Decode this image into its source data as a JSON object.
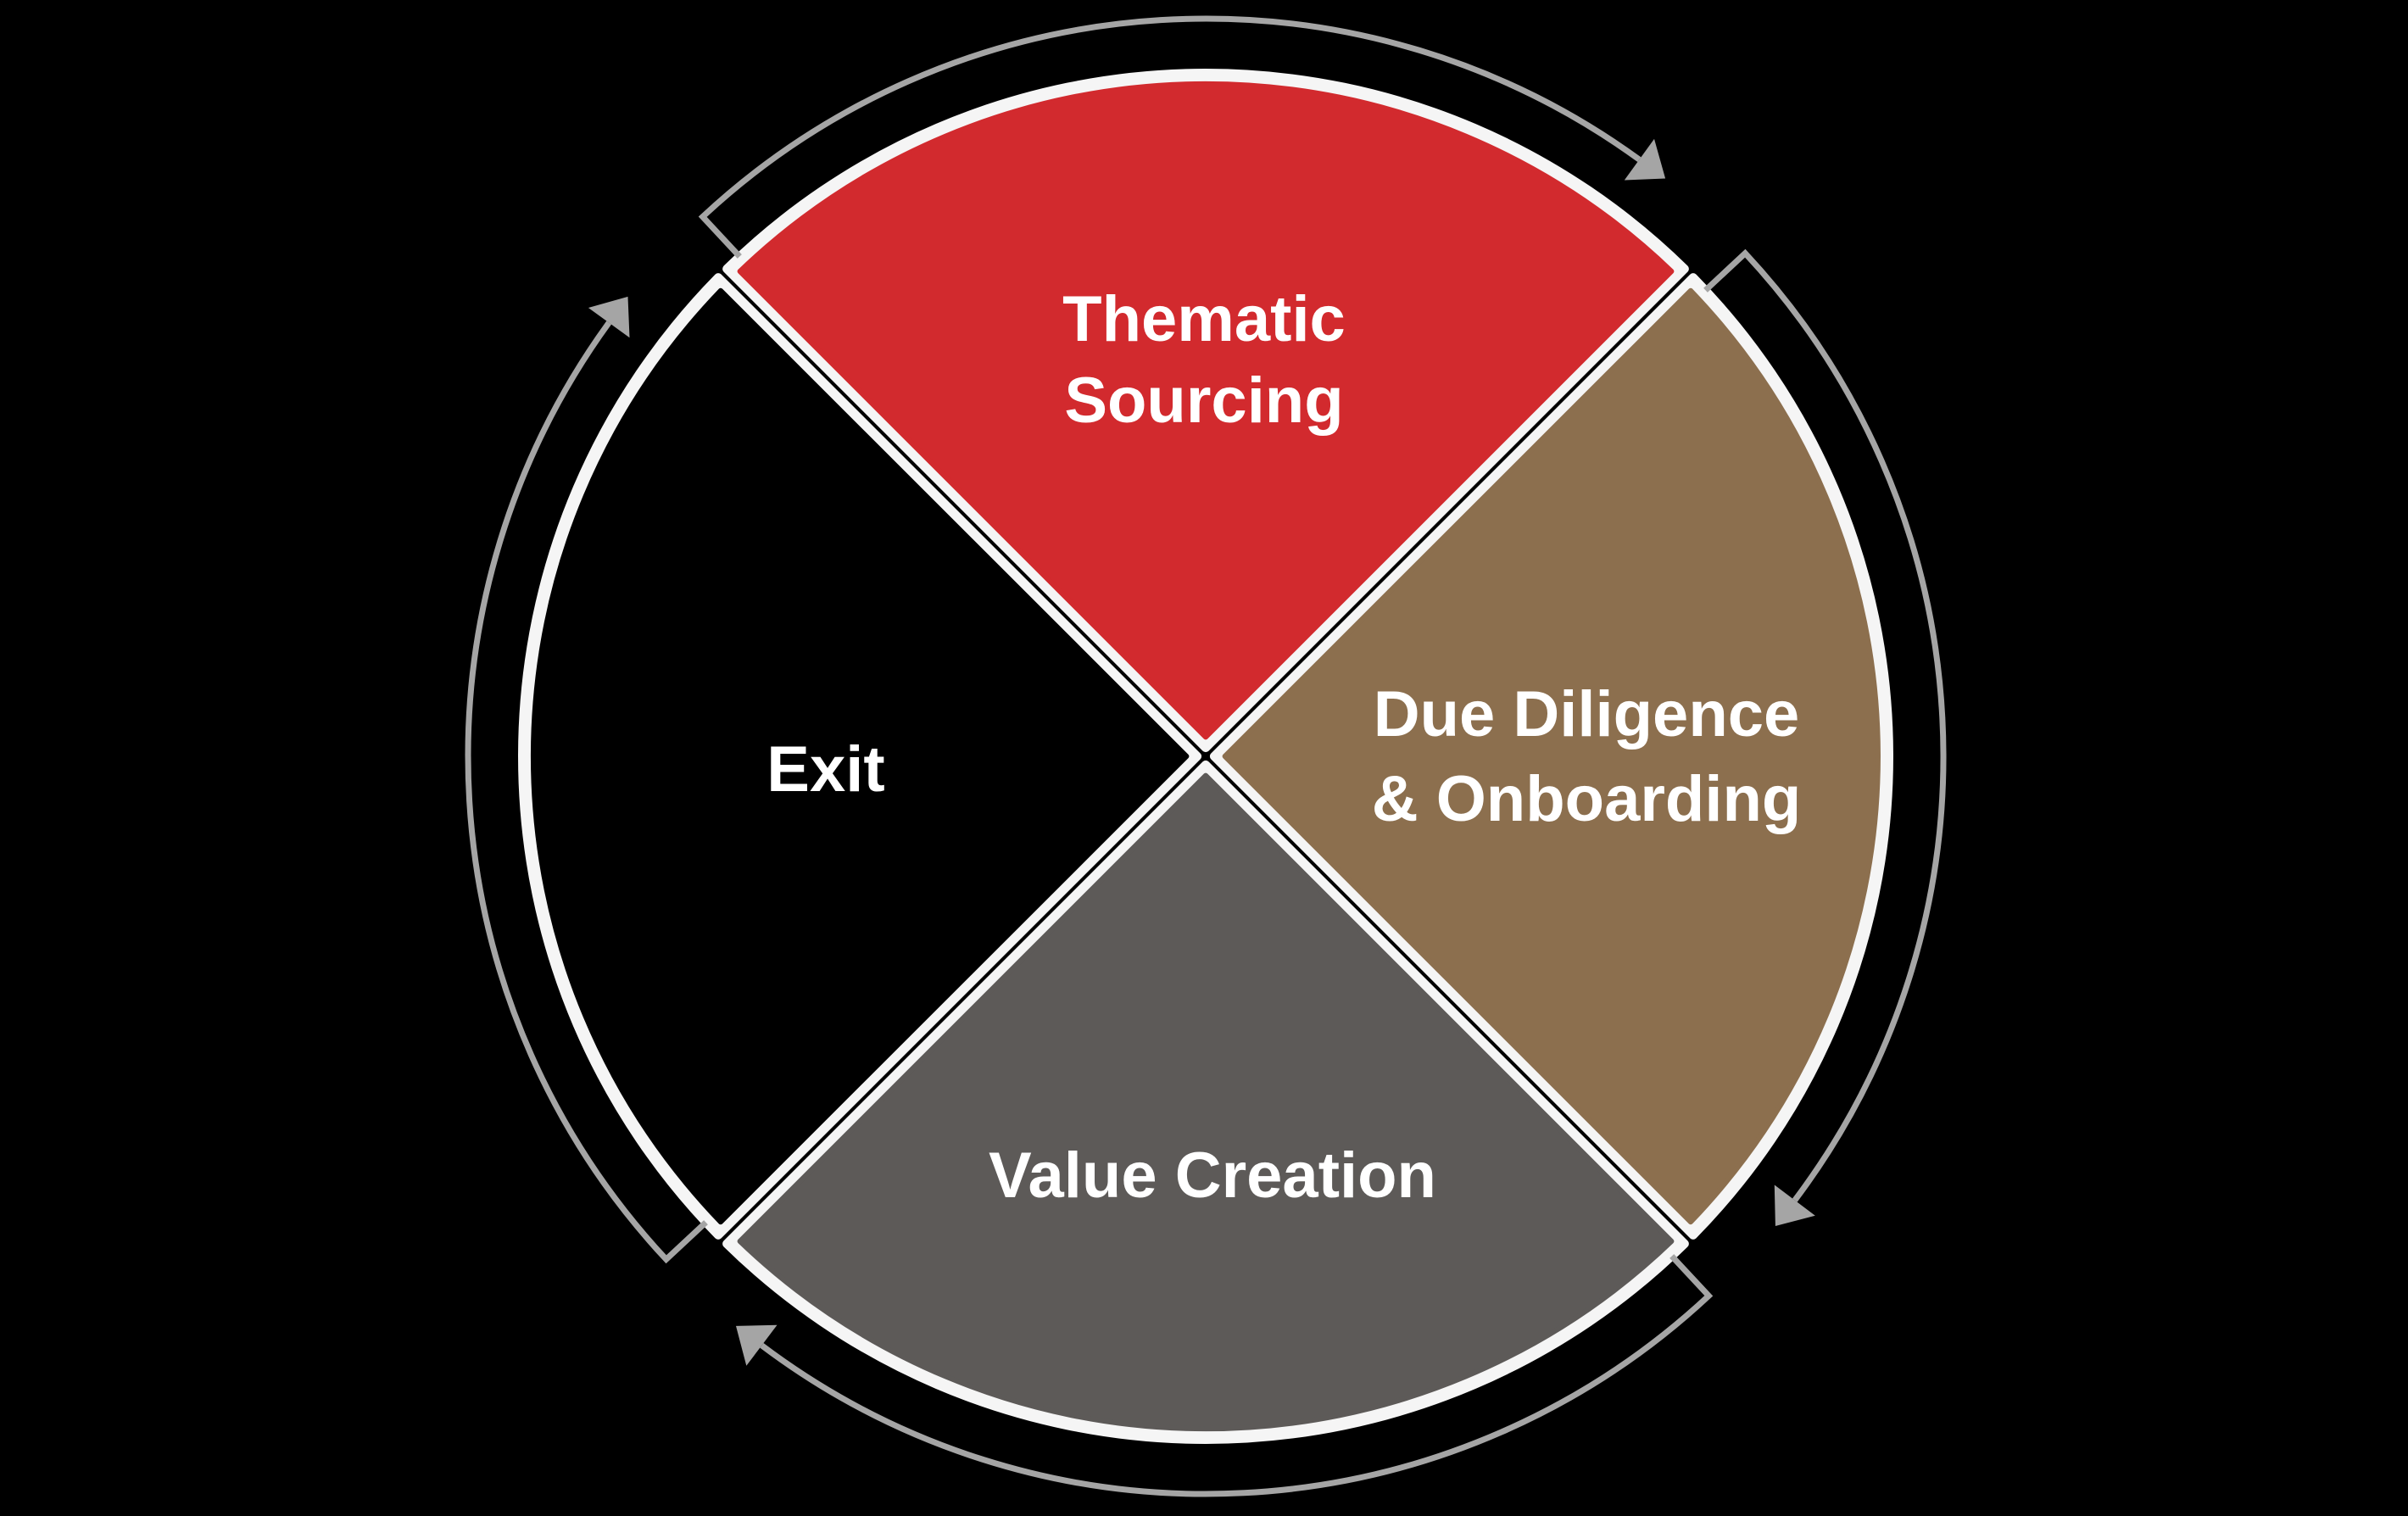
{
  "page": {
    "background": "#000000"
  },
  "diagram": {
    "type": "cycle-wheel",
    "flow_direction": "clockwise",
    "ring_color": "#F5F5F5",
    "label_color": "#FFFFFF",
    "arrow_color": "#A5A5A5",
    "segments": [
      {
        "label": "Thematic Sourcing",
        "label_lines": [
          "Thematic",
          "Sourcing"
        ],
        "color": "#D22A2E",
        "position": "top"
      },
      {
        "label": "Due Diligence & Onboarding",
        "label_lines": [
          "Due Diligence",
          "& Onboarding"
        ],
        "color": "#8C6F4E",
        "position": "right"
      },
      {
        "label": "Value Creation",
        "label_lines": [
          "Value Creation"
        ],
        "color": "#5D5A58",
        "position": "bottom"
      },
      {
        "label": "Exit",
        "label_lines": [
          "Exit"
        ],
        "color": "#000000",
        "position": "left"
      }
    ]
  }
}
